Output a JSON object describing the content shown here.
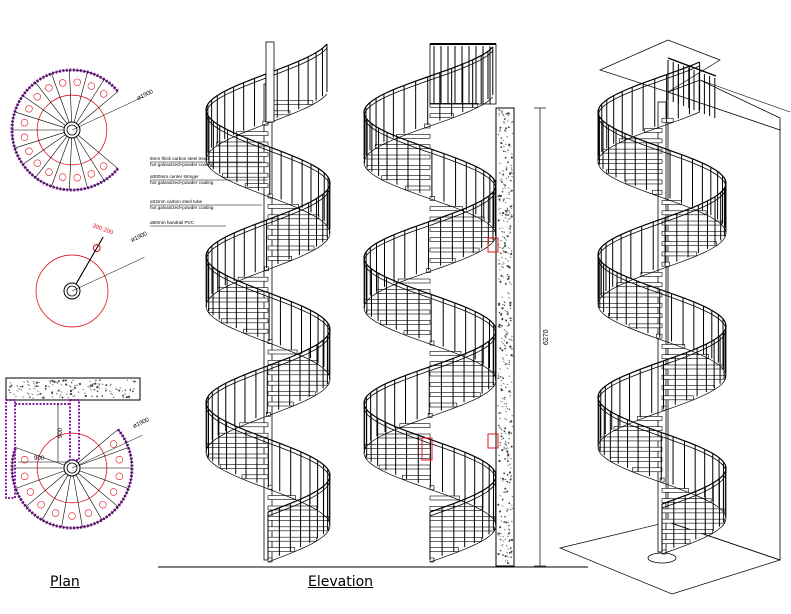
{
  "captions": {
    "plan": "Plan",
    "elevation": "Elevation"
  },
  "plan_dims": {
    "d1": "ø1900",
    "d2": "ø1900",
    "d3": "ø1900",
    "w900": "900",
    "h900": "900",
    "red_top": "300 200"
  },
  "height_dim": "6270",
  "notes": [
    "6mm thick carbon steel tread",
    "hot galvanized+powder coating",
    "ø300mm center stringer",
    "hot galvanized+powder coating",
    "ø32mm carbon steel tube",
    "hot galvanized+powder coating",
    "ø50mm handrail PVC"
  ],
  "colors": {
    "line": "#000000",
    "purple": "#8a1fa8",
    "red": "#e0141e",
    "hatch": "#555555"
  }
}
